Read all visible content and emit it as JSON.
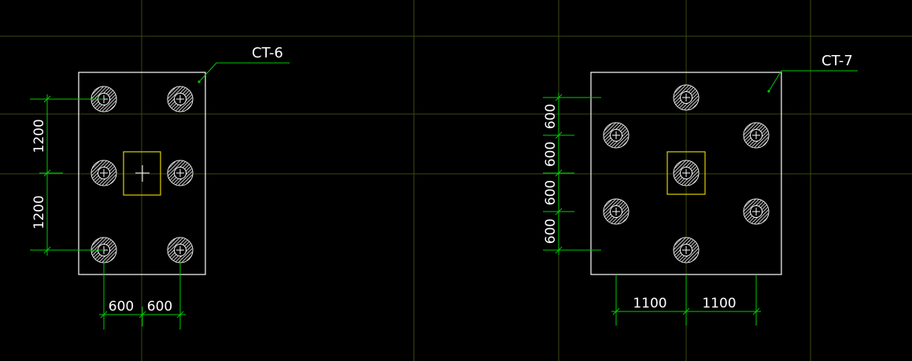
{
  "colors": {
    "background": "#000000",
    "grid": "#3a4a10",
    "outline": "#ffffff",
    "dimension": "#00cc00",
    "column": "#e0d000",
    "leader": "#00cc00"
  },
  "caps": {
    "ct6": {
      "label": "CT-6",
      "dim_vertical": [
        "1200",
        "1200"
      ],
      "dim_horizontal": [
        "600",
        "600"
      ]
    },
    "ct7": {
      "label": "CT-7",
      "dim_vertical": [
        "600",
        "600",
        "600",
        "600"
      ],
      "dim_horizontal": [
        "1100",
        "1100"
      ]
    }
  }
}
